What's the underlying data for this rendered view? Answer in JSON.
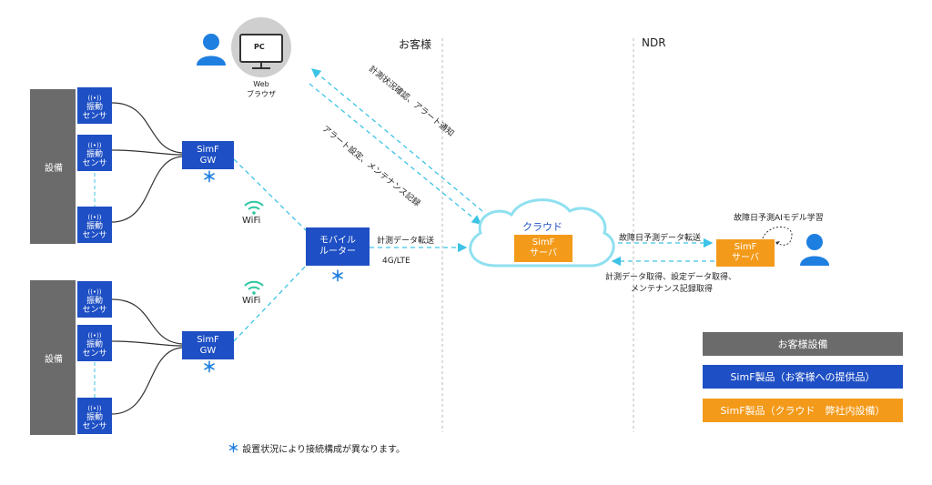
{
  "facility_label": "設備",
  "sensor_label_1": "振動",
  "sensor_label_2": "センサ",
  "sensor_signal": "((•))",
  "gw": {
    "line1": "SimF",
    "line2": "GW"
  },
  "wifi_label": "WiFi",
  "router": {
    "line1": "モバイル",
    "line2": "ルーター"
  },
  "star": "＊",
  "pc": {
    "screen_label": "PC",
    "caption1": "Web",
    "caption2": "ブラウザ"
  },
  "customer_header": "お客様",
  "ndr_header": "NDR",
  "cloud": {
    "label": "クラウド",
    "server_line1": "SimF",
    "server_line2": "サーバ"
  },
  "ndr_server": {
    "line1": "SimF",
    "line2": "サーバ"
  },
  "edges": {
    "measurement_transfer": "計測データ転送",
    "lte": "4G/LTE",
    "status_alert": "計測状況確認、アラート通知",
    "alert_setting": "アラート設定、メンテナンス記録",
    "failure_prediction": "故障日予測データ転送",
    "data_acquisition_1": "計測データ取得、設定データ取得、",
    "data_acquisition_2": "メンテナンス記録取得",
    "ai_learning": "故障日予測AIモデル学習"
  },
  "legend": {
    "customer_equipment": "お客様設備",
    "simf_provided": "SimF製品（お客様への提供品）",
    "simf_cloud": "SimF製品（クラウド　弊社内設備）"
  },
  "footnote": "設置状況により接続構成が異なります。",
  "colors": {
    "blue": "#1e4fc4",
    "orange": "#f39a1a",
    "gray": "#6b6b6b",
    "cyan": "#3cc3e6",
    "cloud_stroke": "#8fe0f0",
    "star": "#1e7fe0"
  }
}
